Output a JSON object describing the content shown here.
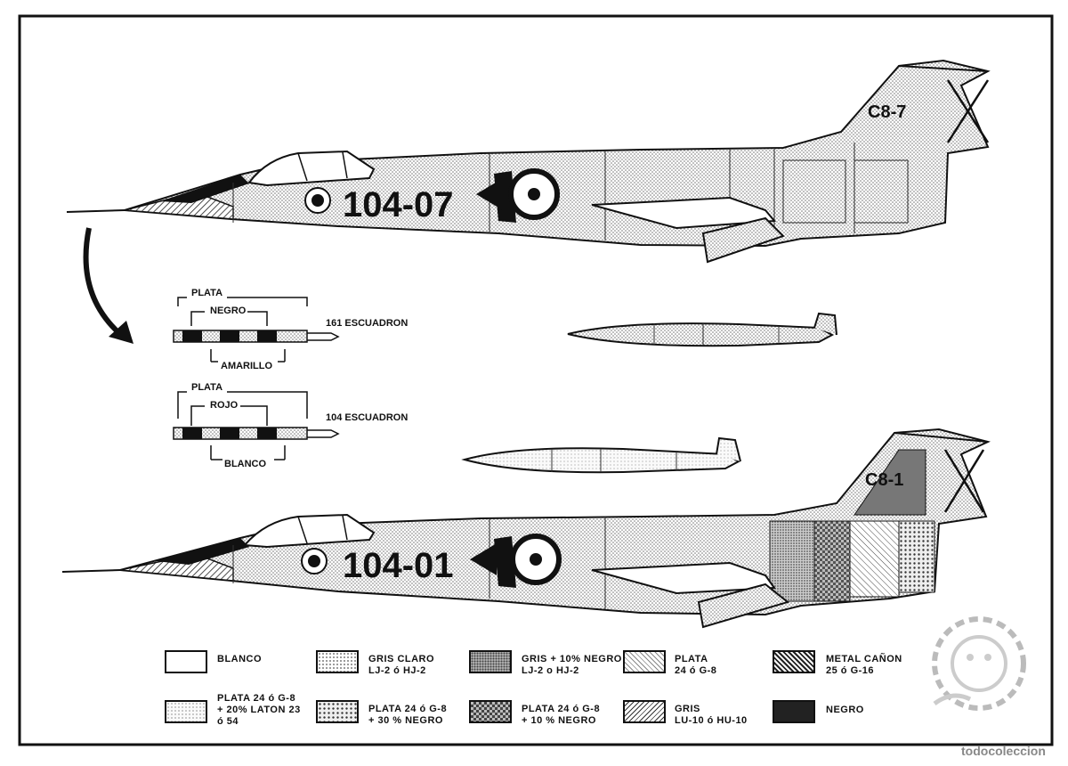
{
  "aircraft": [
    {
      "serial": "104-07",
      "code": "C8-7"
    },
    {
      "serial": "104-01",
      "code": "C8-1"
    }
  ],
  "bands": [
    {
      "squadron": "161 ESCUADRON",
      "outer": "PLATA",
      "inner_top": "NEGRO",
      "inner_bottom": "AMARILLO"
    },
    {
      "squadron": "104 ESCUADRON",
      "outer": "PLATA",
      "inner_top": "ROJO",
      "inner_bottom": "BLANCO"
    }
  ],
  "legend": [
    {
      "label": "BLANCO",
      "pattern": "white"
    },
    {
      "label": "GRIS CLARO\nLJ-2 ó HJ-2",
      "pattern": "light-grey"
    },
    {
      "label": "GRIS + 10% NEGRO\nLJ-2 o HJ-2",
      "pattern": "mid-grey"
    },
    {
      "label": "PLATA\n24 ó G-8",
      "pattern": "silver"
    },
    {
      "label": "METAL CAÑON\n25 ó G-16",
      "pattern": "gunmetal"
    },
    {
      "label": "PLATA 24 ó G-8\n+ 20% LATON 23\nó 54",
      "pattern": "silver-brass"
    },
    {
      "label": "PLATA 24 ó G-8\n+ 30 % NEGRO",
      "pattern": "silver-30"
    },
    {
      "label": "PLATA 24 ó G-8\n+ 10 % NEGRO",
      "pattern": "silver-10"
    },
    {
      "label": "GRIS\nLU-10 ó HU-10",
      "pattern": "grey-hatch"
    },
    {
      "label": "NEGRO",
      "pattern": "black"
    }
  ],
  "watermark": "todocoleccion"
}
